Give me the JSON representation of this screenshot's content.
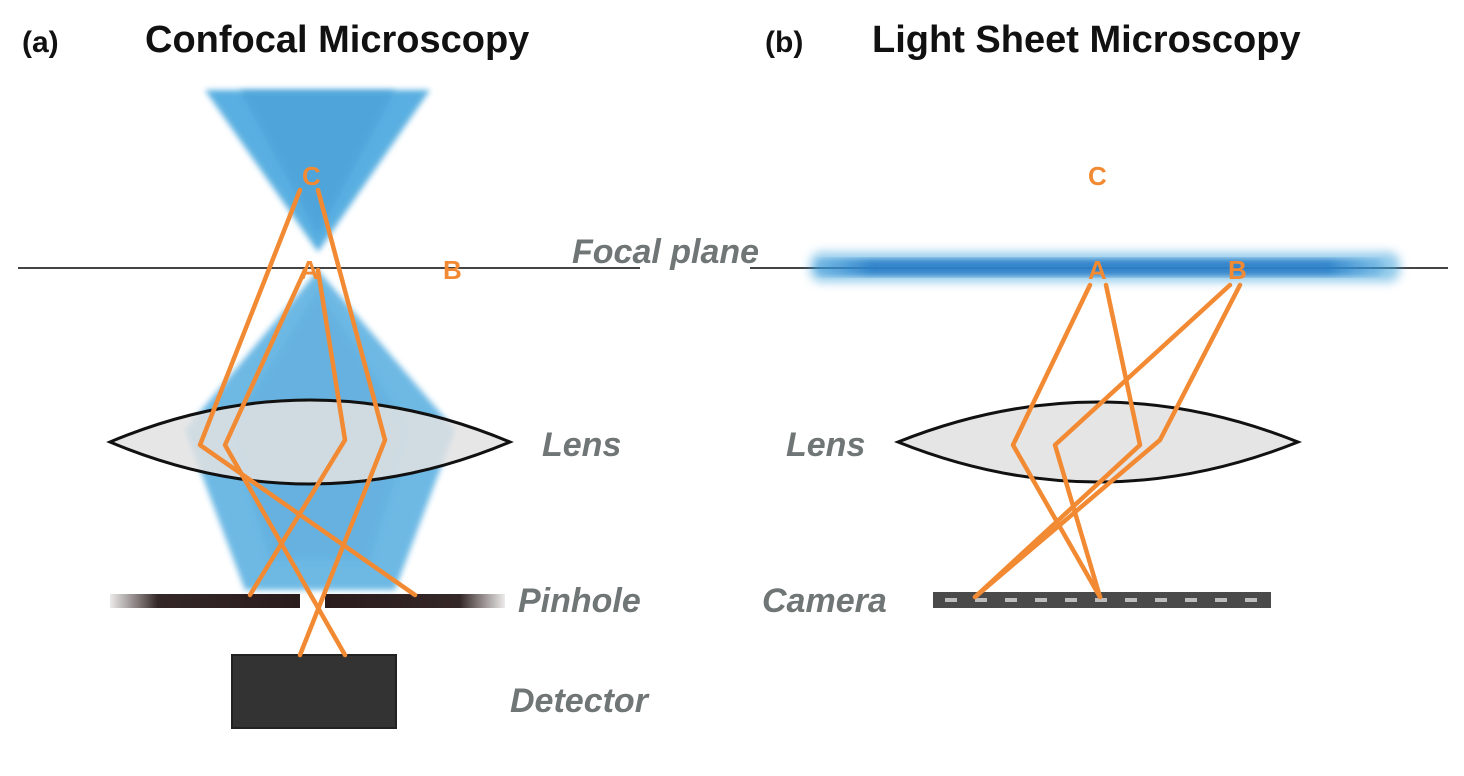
{
  "panel_a": {
    "tag": "(a)",
    "title": "Confocal Microscopy",
    "points": {
      "a": "A",
      "b": "B",
      "c": "C"
    },
    "labels": {
      "focal_plane": "Focal plane",
      "lens": "Lens",
      "pinhole": "Pinhole",
      "detector": "Detector"
    }
  },
  "panel_b": {
    "tag": "(b)",
    "title": "Light Sheet Microscopy",
    "points": {
      "a": "A",
      "b": "B",
      "c": "C"
    },
    "labels": {
      "lens": "Lens",
      "camera": "Camera"
    }
  },
  "colors": {
    "illumination": "#3ea2dc",
    "ray": "#f28a33",
    "label_gray": "#707575",
    "lens_fill": "#e2e2e2"
  }
}
